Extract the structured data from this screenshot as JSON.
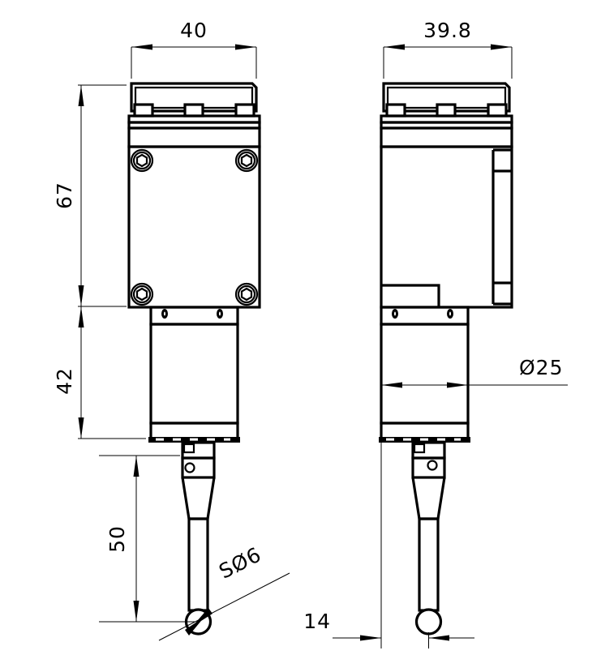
{
  "drawing": {
    "title": "Touch Probe Dimensional Drawing",
    "background_color": "#ffffff",
    "line_color": "#000000",
    "units": "mm",
    "views": [
      {
        "id": "front-view",
        "name": "front-elevation"
      },
      {
        "id": "side-view",
        "name": "side-elevation"
      }
    ]
  },
  "dimensions": {
    "width_front": {
      "label": "40",
      "name": "overall-width",
      "orientation": "horizontal"
    },
    "width_side": {
      "label": "39.8",
      "name": "overall-depth",
      "orientation": "horizontal"
    },
    "height_upper": {
      "label": "67",
      "name": "upper-body-height",
      "orientation": "vertical"
    },
    "height_lower": {
      "label": "42",
      "name": "lower-module-height",
      "orientation": "vertical"
    },
    "stylus_length": {
      "label": "50",
      "name": "stylus-length",
      "orientation": "vertical"
    },
    "stylus_ball": {
      "label": "SØ6",
      "name": "stylus-ball-diameter",
      "orientation": "leader"
    },
    "module_diameter": {
      "label": "Ø25",
      "name": "module-diameter",
      "orientation": "leader"
    },
    "offset_bottom": {
      "label": "14",
      "name": "stylus-center-offset",
      "orientation": "horizontal"
    }
  }
}
